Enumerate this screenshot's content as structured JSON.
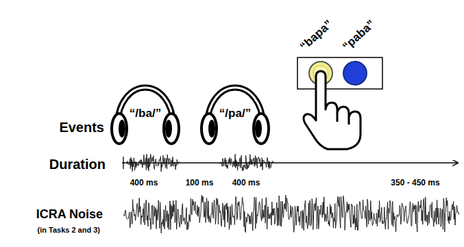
{
  "diagram": {
    "labels": [
      "“/ba/”",
      "“/pa/”",
      "“bapa”",
      "“paba”",
      "Events",
      "Duration",
      "400 ms",
      "100 ms",
      "400 ms",
      "350 - 450 ms",
      "ICRA Noise",
      "(in Tasks 2 and 3)"
    ]
  }
}
